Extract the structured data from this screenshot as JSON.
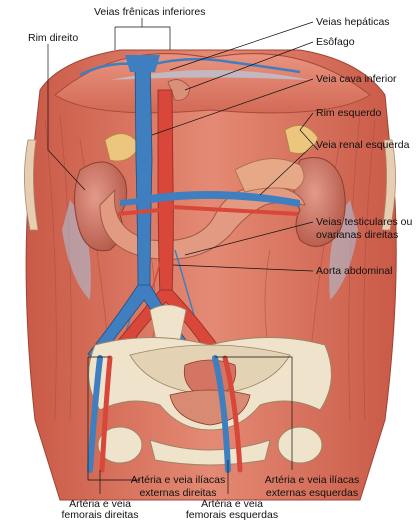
{
  "labels": {
    "veias_frenicas": "Veias frênicas inferiores",
    "rim_direito": "Rim direito",
    "veias_hepaticas": "Veias hepáticas",
    "esofago": "Esôfago",
    "veia_cava": "Veia cava inferior",
    "rim_esquerdo": "Rim esquerdo",
    "veia_renal_esq": "Veia renal esquerda",
    "veias_testiculares_1": "Veias testiculares ou",
    "veias_testiculares_2": "ovarianas direitas",
    "aorta": "Aorta abdominal",
    "ilia_ext_dir_1": "Artéria e veia ilíacas",
    "ilia_ext_dir_2": "externas direitas",
    "ilia_ext_esq_1": "Artéria e veia ilíacas",
    "ilia_ext_esq_2": "externas esquerdas",
    "fem_dir_1": "Artéria e veia",
    "fem_dir_2": "femorais direitas",
    "fem_esq_1": "Artéria e veia",
    "fem_esq_2": "femorais esquerdas"
  },
  "colors": {
    "muscle": "#d9735f",
    "muscle_dark": "#b9503f",
    "muscle_light": "#eba08e",
    "vein": "#3f7fc0",
    "vein_light": "#8db8e0",
    "artery": "#d8473a",
    "kidney": "#c86a5a",
    "adrenal": "#e9c27a",
    "bone": "#efe3cc",
    "leader": "#111111"
  }
}
